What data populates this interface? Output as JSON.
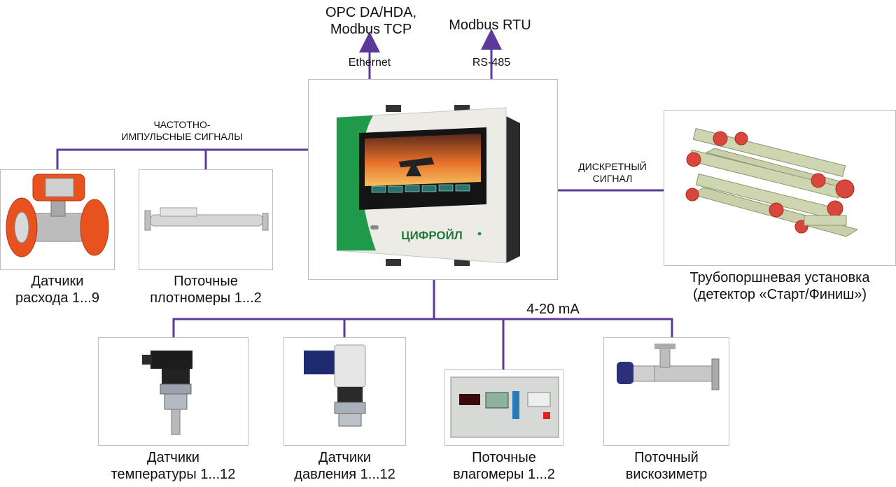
{
  "colors": {
    "line": "#5b3a9a",
    "box_border": "#bdbdbd",
    "controller_green": "#1f9a4a",
    "pipe_red": "#d9463b",
    "pipe_body": "#cdd6b0"
  },
  "top": {
    "opc": [
      "OPC DA/HDA,",
      "Modbus TCP"
    ],
    "ethernet": "Ethernet",
    "modbus_rtu": "Modbus RTU",
    "rs485": "RS-485"
  },
  "left_bus": {
    "label": [
      "ЧАСТОТНО-",
      "ИМПУЛЬСНЫЕ СИГНАЛЫ"
    ]
  },
  "right_bus": {
    "label": [
      "ДИСКРЕТНЫЙ",
      "СИГНАЛ"
    ]
  },
  "bottom_bus": {
    "label": "4-20 mA"
  },
  "controller": {
    "brand": "ЦИФРОЙЛ"
  },
  "devices": {
    "flow": [
      "Датчики",
      "расхода 1...9"
    ],
    "density": [
      "Поточные",
      "плотномеры 1...2"
    ],
    "prover": [
      "Трубопоршневая установка",
      "(детектор «Старт/Финиш»)"
    ],
    "temperature": [
      "Датчики",
      "температуры 1...12"
    ],
    "pressure": [
      "Датчики",
      "давления 1...12"
    ],
    "moisture": [
      "Поточные",
      "влагомеры 1...2"
    ],
    "viscosity": [
      "Поточный",
      "вискозиметр"
    ]
  }
}
